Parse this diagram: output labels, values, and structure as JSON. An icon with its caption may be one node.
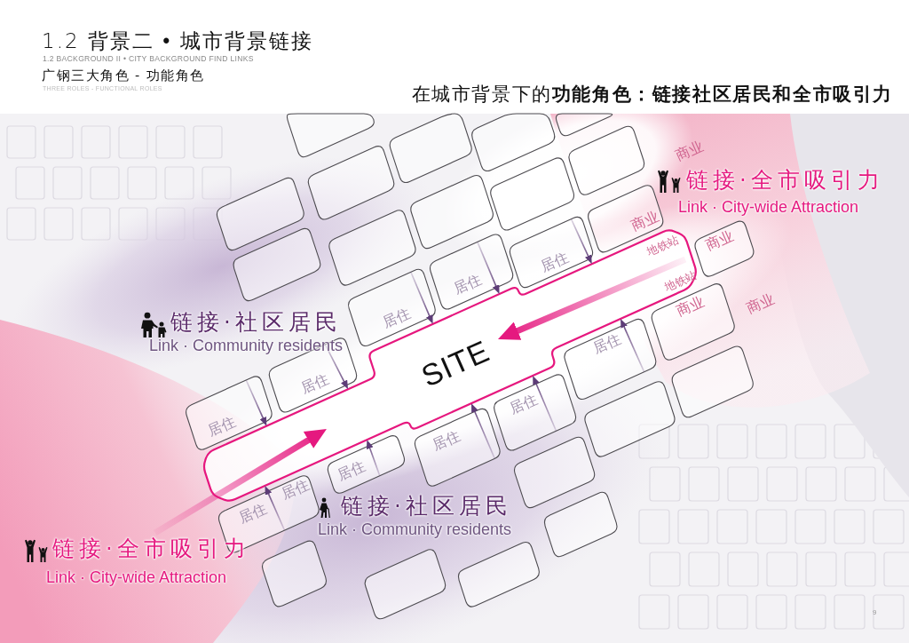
{
  "diagram": {
    "title": "1.2 背景二 • 城市背景链接",
    "nodes": [
      {
        "text": [
          "商业"
        ]
      },
      {
        "text": [
          "商业"
        ]
      },
      {
        "text": [
          "居住"
        ]
      },
      {
        "text": [
          "居住"
        ]
      },
      {
        "text": [
          "商业"
        ]
      },
      {
        "text": [
          "居住"
        ]
      },
      {
        "text": [
          "居住"
        ]
      },
      {
        "text": [
          "SITE",
          "地铁站",
          "地铁站"
        ]
      },
      {
        "text": [
          "居住"
        ]
      },
      {
        "text": [
          "居住"
        ]
      },
      {
        "text": [
          "居住"
        ]
      },
      {
        "text": [
          "居住"
        ]
      },
      {
        "text": [
          "居住"
        ]
      },
      {
        "text": [
          "居住",
          "居住"
        ]
      },
      {
        "text": [
          "链接·全市吸引力",
          "Link · City-wide Attraction"
        ]
      },
      {
        "text": [],
        "shape": "box"
      },
      {
        "text": [],
        "shape": "box"
      },
      {
        "text": [],
        "shape": "box"
      },
      {
        "text": [],
        "shape": "box"
      },
      {
        "text": [],
        "shape": "box"
      },
      {
        "text": [],
        "shape": "box"
      },
      {
        "text": [],
        "shape": "box"
      },
      {
        "text": [],
        "shape": "box"
      },
      {
        "text": [],
        "shape": "box"
      },
      {
        "text": [],
        "shape": "box"
      },
      {
        "text": [],
        "shape": "box"
      },
      {
        "text": [],
        "shape": "box"
      },
      {
        "text": [],
        "shape": "box"
      },
      {
        "text": [],
        "shape": "box"
      },
      {
        "text": [],
        "shape": "box"
      },
      {
        "text": [],
        "shape": "box"
      },
      {
        "text": [],
        "shape": "box"
      },
      {
        "text": [],
        "shape": "box"
      }
    ],
    "edges": [
      {
        "from": 2,
        "to": 7,
        "arrow": "to"
      },
      {
        "from": 3,
        "to": 7,
        "arrow": "to"
      },
      {
        "from": 5,
        "to": 7,
        "arrow": "to"
      },
      {
        "from": 8,
        "to": 7,
        "arrow": "to"
      },
      {
        "from": 10,
        "to": 7,
        "arrow": "to"
      },
      {
        "from": 6,
        "to": 7,
        "arrow": "to"
      },
      {
        "from": 9,
        "to": 7,
        "arrow": "to"
      },
      {
        "from": 11,
        "to": 7,
        "arrow": "to"
      },
      {
        "from": 12,
        "to": 7,
        "arrow": "to"
      },
      {
        "from": 13,
        "to": 7,
        "arrow": "to"
      },
      {
        "from": null,
        "to": 7,
        "arrow": "to",
        "style": "thick",
        "color": "#e5197f"
      },
      {
        "from": 14,
        "to": 7,
        "arrow": "to",
        "style": "thick",
        "color": "#e5197f"
      }
    ],
    "labels": [
      "1.2 BACKGROUND II  •  CITY BACKGROUND FIND LINKS",
      "广钢三大角色 - 功能角色",
      "THREE ROLES - FUNCTIONAL ROLES",
      "在城市背景下的**功能角色：链接社区居民和全市吸引力**",
      "商业",
      "链接·全市吸引力",
      "Link · City-wide Attraction",
      "商业",
      "链接·社区居民",
      "Link · Community residents",
      "链接·社区居民",
      "Link · Community residents",
      "9"
    ]
  }
}
